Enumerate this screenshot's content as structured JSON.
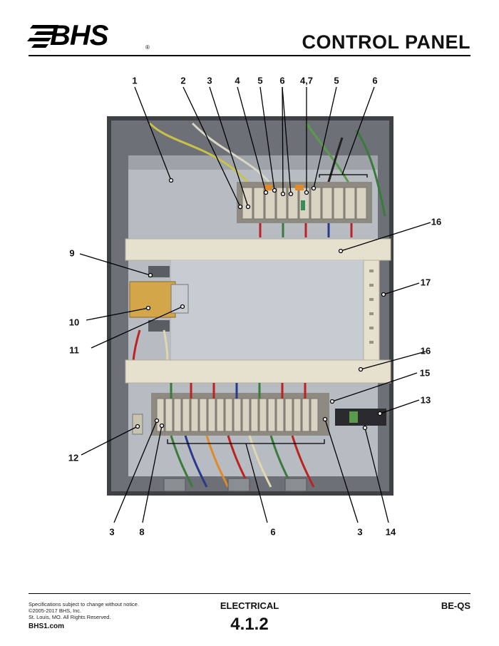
{
  "header": {
    "logo_text": "BHS",
    "logo_mark": "®",
    "title": "CONTROL PANEL"
  },
  "figure": {
    "callouts": [
      {
        "id": "c1",
        "label": "1"
      },
      {
        "id": "c2",
        "label": "2"
      },
      {
        "id": "c3a",
        "label": "3"
      },
      {
        "id": "c4",
        "label": "4"
      },
      {
        "id": "c5a",
        "label": "5"
      },
      {
        "id": "c6a",
        "label": "6"
      },
      {
        "id": "c47",
        "label": "4,7"
      },
      {
        "id": "c5b",
        "label": "5"
      },
      {
        "id": "c6b",
        "label": "6"
      },
      {
        "id": "c16a",
        "label": "16"
      },
      {
        "id": "c9",
        "label": "9"
      },
      {
        "id": "c17",
        "label": "17"
      },
      {
        "id": "c10",
        "label": "10"
      },
      {
        "id": "c11",
        "label": "11"
      },
      {
        "id": "c16b",
        "label": "16"
      },
      {
        "id": "c15",
        "label": "15"
      },
      {
        "id": "c13",
        "label": "13"
      },
      {
        "id": "c12",
        "label": "12"
      },
      {
        "id": "c3b",
        "label": "3"
      },
      {
        "id": "c8",
        "label": "8"
      },
      {
        "id": "c6c",
        "label": "6"
      },
      {
        "id": "c3c",
        "label": "3"
      },
      {
        "id": "c14",
        "label": "14"
      }
    ]
  },
  "footer": {
    "legal_lines": [
      "Specifications subject to change without notice.",
      "©2005-2017 BHS, Inc.",
      "St. Louis, MO.  All Rights Reserved."
    ],
    "website": "BHS1.com",
    "category": "ELECTRICAL",
    "section": "4.1.2",
    "model": "BE-QS"
  },
  "colors": {
    "panel_back": "#9aa0a6",
    "enclosure_dark": "#4a4c50",
    "duct": "#e6e1cf",
    "terminal": "#d8d3c2"
  }
}
